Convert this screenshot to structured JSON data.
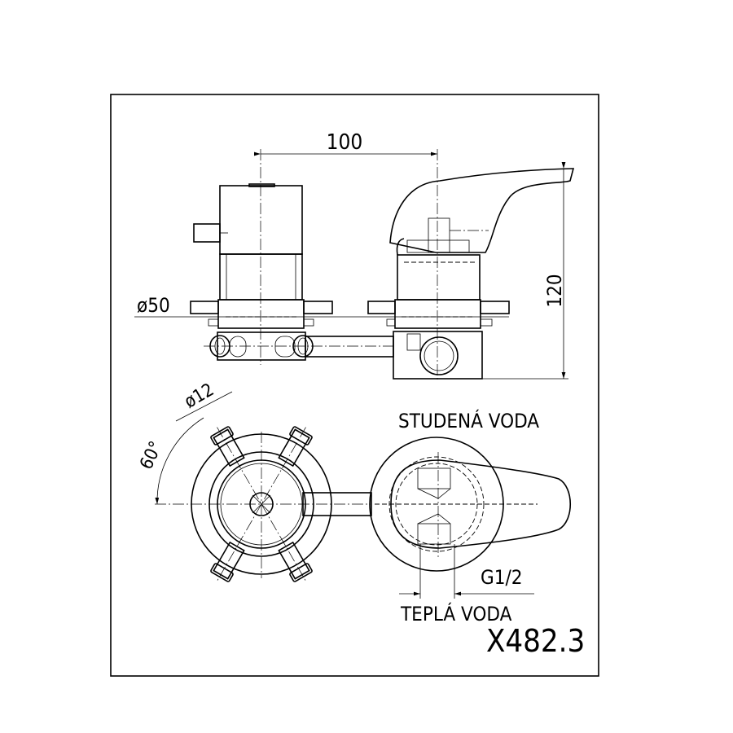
{
  "drawing": {
    "dim_center_distance": "100",
    "dim_height": "120",
    "dim_flange_diameter": "ø50",
    "dim_nozzle_diameter": "ø12",
    "dim_angle": "60°",
    "label_cold_water": "STUDENÁ VODA",
    "label_thread": "G1/2",
    "label_hot_water": "TEPLÁ VODA",
    "model_code": "X482.3"
  }
}
